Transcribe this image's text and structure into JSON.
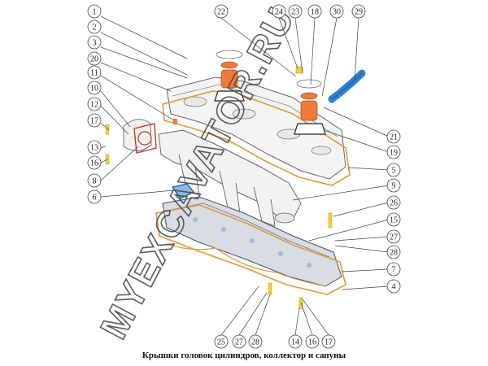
{
  "caption": "Крышки головок цилиндров, коллектор и сапуны",
  "watermark": "MYEXCAVATOR.RU",
  "callouts": [
    "1",
    "2",
    "3",
    "20",
    "11",
    "10",
    "12",
    "17",
    "13",
    "16",
    "8",
    "6",
    "22",
    "24",
    "23",
    "18",
    "30",
    "29",
    "21",
    "19",
    "5",
    "9",
    "26",
    "15",
    "27",
    "28",
    "7",
    "4",
    "25",
    "27",
    "28",
    "14",
    "16",
    "17"
  ],
  "colors": {
    "gasket": "#e09a3a",
    "blue_part": "#2f7fd1",
    "orange_part": "#f07a3a",
    "outline": "#555555"
  }
}
